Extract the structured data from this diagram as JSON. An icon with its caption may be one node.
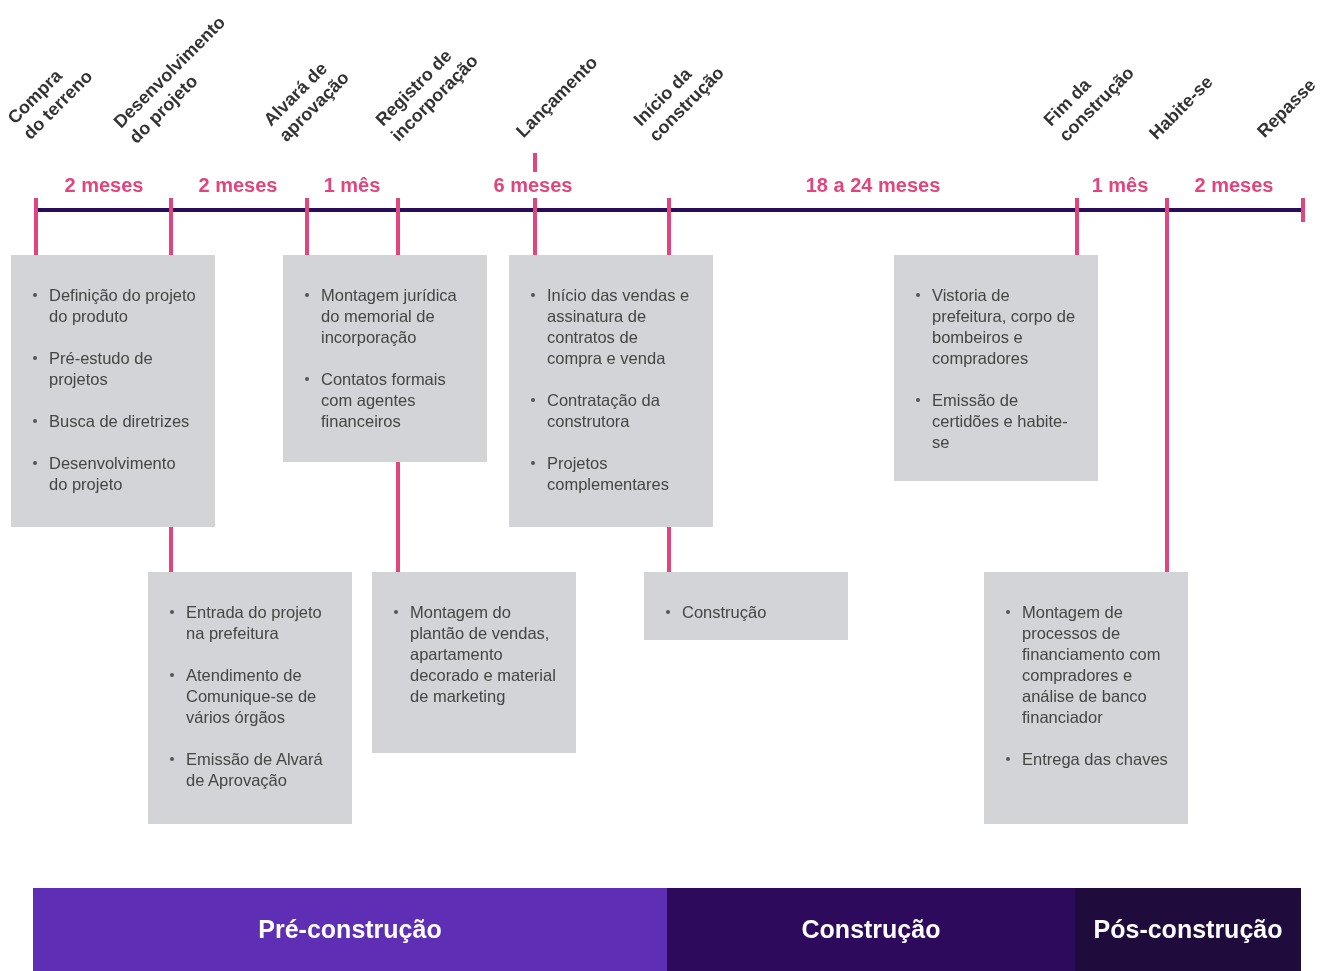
{
  "diagram": {
    "nodes": [
      {
        "text": [
          "Definição do projeto do produto",
          "Pré-estudo de projetos",
          "Busca de diretrizes",
          "Desenvolvimento do projeto"
        ]
      },
      {
        "text": [
          "Entrada do projeto na prefeitura",
          "Atendimento de Comunique-se de vários órgãos",
          "Emissão de Alvará de Aprovação"
        ]
      },
      {
        "text": [
          "Montagem jurídica do memorial de incorporação",
          "Contatos formais com agentes financeiros"
        ]
      },
      {
        "text": [
          "Montagem do plantão de vendas, apartamento decorado e material de marketing"
        ]
      },
      {
        "text": [
          "Início das vendas e assinatura de contratos de compra e venda",
          "Contratação da construtora",
          "Projetos complementares"
        ]
      },
      {
        "text": [
          "Construção"
        ]
      },
      {
        "text": [
          "Vistoria de prefeitura, corpo de bombeiros e compradores",
          "Emissão de certidões e habite-se"
        ]
      },
      {
        "text": [
          "Montagem de processos de financiamento com compradores e análise de banco financiador",
          "Entrega das chaves"
        ]
      },
      {
        "text": [
          "Pré-construção"
        ]
      },
      {
        "text": [
          "Construção"
        ]
      },
      {
        "text": [
          "Pós-construção"
        ]
      }
    ],
    "edges": [
      {
        "from": null,
        "to": 0,
        "arrow": "none"
      },
      {
        "from": null,
        "to": 0,
        "arrow": "none"
      },
      {
        "from": 0,
        "to": 1,
        "arrow": "none"
      },
      {
        "from": null,
        "to": 2,
        "arrow": "none"
      },
      {
        "from": null,
        "to": 2,
        "arrow": "none"
      },
      {
        "from": 2,
        "to": 3,
        "arrow": "none"
      },
      {
        "from": null,
        "to": 4,
        "arrow": "none"
      },
      {
        "from": null,
        "to": 4,
        "arrow": "none"
      },
      {
        "from": 4,
        "to": 5,
        "arrow": "none"
      },
      {
        "from": null,
        "to": 6,
        "arrow": "none"
      },
      {
        "from": null,
        "to": 7,
        "arrow": "none"
      }
    ],
    "labels": [
      "Compra do terreno",
      "Desenvolvimento do projeto",
      "Alvará de aprovação",
      "Registro de incorporação",
      "Lançamento",
      "Início da construção",
      "Fim da construção",
      "Habite-se",
      "Repasse",
      "2 meses",
      "2 meses",
      "1 mês",
      "6 meses",
      "18 a 24 meses",
      "1 mês",
      "2 meses"
    ]
  }
}
